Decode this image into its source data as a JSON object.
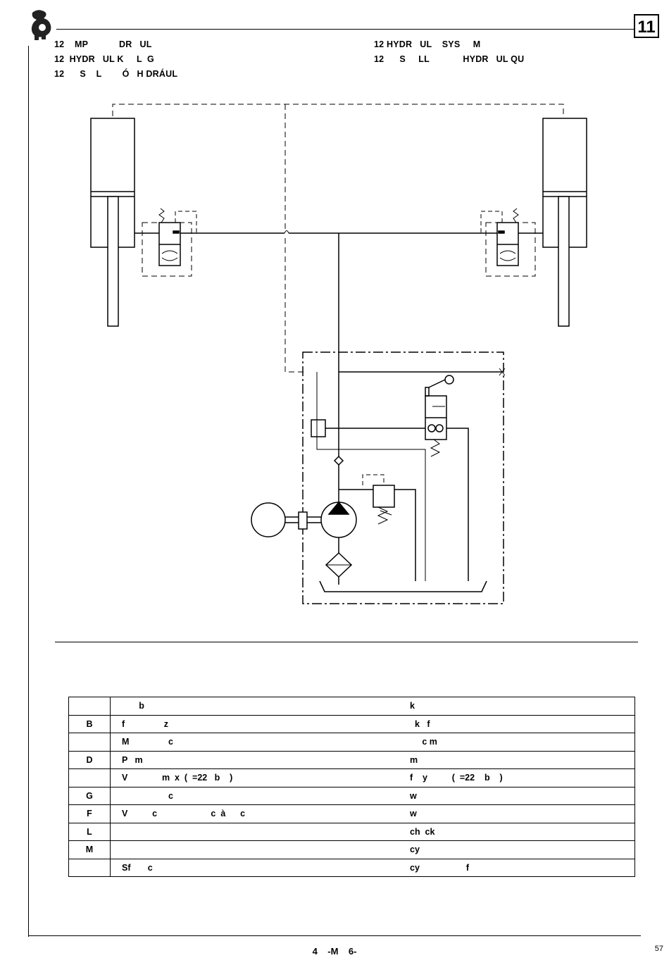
{
  "header": {
    "logo_icon": "mascot-logo-icon",
    "page_section": "11",
    "titles_left": [
      "12    MP            DR   UL",
      "12  HYDR   UL K     L  G",
      "12      S    L        Ó   H DRÁUL"
    ],
    "titles_right": [
      "12 HYDR   UL    SYS     M",
      "12      S     LL             HYDR   UL QU"
    ]
  },
  "legend": {
    "rows": [
      {
        "code": "",
        "left": "       b",
        "right": "k"
      },
      {
        "code": "B",
        "left": "f                z",
        "right": "  k   f"
      },
      {
        "code": "",
        "left": "M                c",
        "right": "     c m"
      },
      {
        "code": "D",
        "left": "P   m",
        "right": "m"
      },
      {
        "code": "",
        "left": "V              m  x  (  =22   b    )",
        "right": "f    y          (  =22    b    )"
      },
      {
        "code": "G",
        "left": "                   c",
        "right": "w"
      },
      {
        "code": "F",
        "left": "V          c                      c  à      c",
        "right": "w"
      },
      {
        "code": "L",
        "left": "",
        "right": "ch  ck"
      },
      {
        "code": "M",
        "left": "",
        "right": "cy"
      },
      {
        "code": "",
        "left": "Sf       c",
        "right": "cy                   f"
      }
    ]
  },
  "footer": {
    "doc_code": "4    -M    6-",
    "page_number": "57"
  }
}
